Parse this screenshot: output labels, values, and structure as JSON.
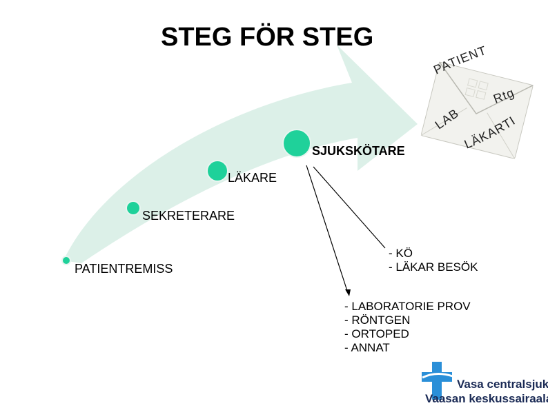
{
  "title": "STEG FÖR STEG",
  "stages": {
    "patientremiss": "PATIENTREMISS",
    "sekreterare": "SEKRETERARE",
    "lakare": "LÄKARE",
    "sjukskotare": "SJUKSKÖTARE"
  },
  "envelope_labels": {
    "patient": "PATIENT",
    "rtg": "Rtg",
    "lab": "LAB",
    "lakartid": "LÄKARTID"
  },
  "notes": {
    "nurse_tasks": "- KÖ\n- LÄKAR BESÖK",
    "doctor_tasks": "- LABORATORIE PROV\n- RÖNTGEN\n- ORTOPED\n- ANNAT"
  },
  "logo": {
    "line1": "Vasa centralsjukhus",
    "line2": "Vaasan keskussairaala"
  },
  "colors": {
    "arrow": "#dcf0e8",
    "node": "#1fd19a",
    "logo_cross": "#2a8fd8"
  }
}
